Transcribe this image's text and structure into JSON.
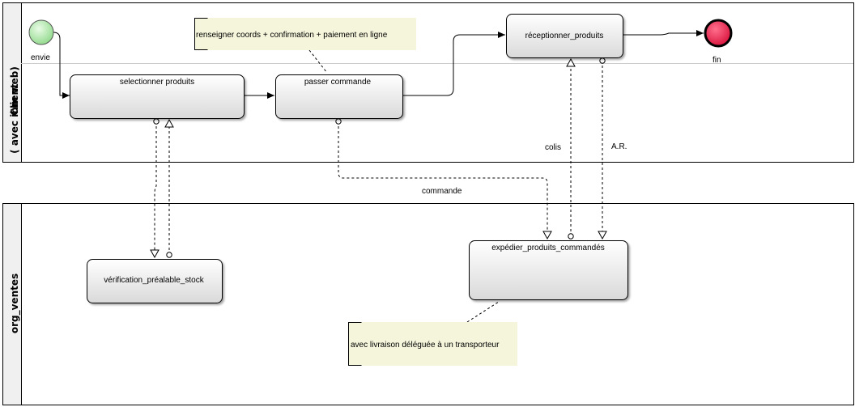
{
  "pools": {
    "client": {
      "label_a": "Client",
      "label_b": "( avec ihm web)"
    },
    "vendor": {
      "label": "org_ventes"
    }
  },
  "events": {
    "start": {
      "label": "envie"
    },
    "end": {
      "label": "fin"
    }
  },
  "tasks": {
    "select": "selectionner produits",
    "order": "passer commande",
    "receive": "réceptionner_produits",
    "check_stock": "vérification_préalable_stock",
    "ship": "expédier_produits_commandés"
  },
  "annotations": {
    "order_note": "renseigner coords + confirmation + paiement en ligne",
    "ship_note": "avec livraison déléguée à un transporteur"
  },
  "messages": {
    "order": "commande",
    "parcels": "colis",
    "ack": "A.R."
  },
  "colors": {
    "start_fill": "#a6e3a1",
    "end_fill": "#e8204a",
    "annotation_fill": "#f5f5dc",
    "task_grad_top": "#ffffff",
    "task_grad_bottom": "#d9d9d9"
  }
}
